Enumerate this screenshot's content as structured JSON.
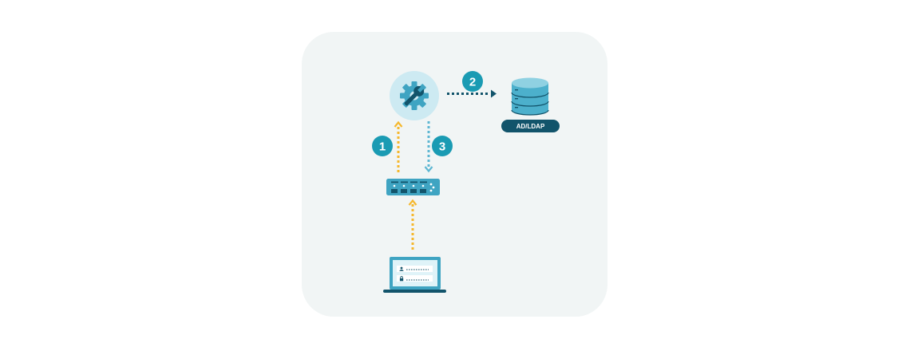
{
  "diagram": {
    "steps": [
      "1",
      "2",
      "3"
    ],
    "database_label": "AD/LDAP"
  },
  "icons": [
    "gear-wrench-icon",
    "database-icon",
    "network-switch-icon",
    "laptop-login-icon",
    "user-icon",
    "lock-icon"
  ],
  "colors": {
    "panel_bg": "#f1f5f5",
    "step_badge": "#1a9bb3",
    "arrow_yellow": "#f5b82e",
    "arrow_dark": "#12546b",
    "arrow_light": "#5eb7d2",
    "db_label_bg": "#12546b"
  }
}
